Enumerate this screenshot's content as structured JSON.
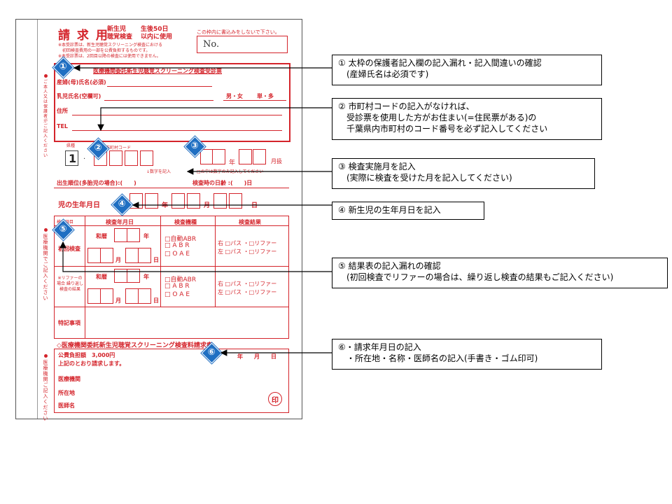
{
  "form": {
    "title": "請 求 用",
    "subtitle_line1": "新生児",
    "subtitle_line2": "聴覚検査",
    "deadline_line1": "生後50日",
    "deadline_line2": "以内に使用",
    "no_write_notice": "この枠内に書込みをしないで下さい。",
    "no_label": "No.",
    "note1": "※本受診票は、新生児聴覚スクリーニング検査における",
    "note2": "初回検査費用の一部を公費負担するものです。",
    "note3": "※本受診票は、2回目以降の検査には使用できません。",
    "guardian_section_title": "医療機関委託新生児聴覚スクリーニング検査受診票",
    "mother_name_label": "産婦(母)氏名(必須)",
    "baby_name_label": "乳児氏名(空欄可)",
    "sex_label": "男・女",
    "birth_type_label": "単・多",
    "address_label": "住所",
    "tel_label": "TEL",
    "guardian_side_label": "ご本人又は保護者がご記入ください",
    "pref_label": "県種",
    "pref_digit": "1",
    "city_code_label": "市町村コード",
    "month_label": "年",
    "month_unit": "月扱",
    "digit_note": "↓数字を記入",
    "box_note": "□の中は数字のみ記入してください",
    "birth_order_label": "出生順位(多胎児の場合):(　　)",
    "age_days_label": "検査時の日齢 :(　　)日",
    "birthdate_label": "児の生年月日",
    "year_label": "年",
    "month_label2": "月",
    "day_label": "日",
    "table": {
      "col_item": "検査項目",
      "col_date": "検査年月日",
      "col_device": "検査機種",
      "col_result": "検査結果",
      "row1_label": "初回検査",
      "row2_label": "※リファーの場合 繰り返し検査の結果",
      "era": "和暦",
      "year": "年",
      "month": "月",
      "day": "日",
      "device1": "□自動ABR",
      "device2": "□ A B R",
      "device3": "□ O A E",
      "result_right": "右 □パス ・□リファー",
      "result_left": "左 □パス ・□リファー",
      "notes_label": "特記事項"
    },
    "medical_side_label": "医療機関でご記入ください",
    "claim_title": "◇医療機関委託新生児聴覚スクリーニング検査料請求書",
    "amount_label": "公費負担額　3,000円",
    "claim_text": "上記のとおり請求します。",
    "claim_date": "年　　月　　日",
    "institution_label": "医療機関",
    "location_label": "所在地",
    "doctor_label": "医師名",
    "seal_label": "印",
    "bottom_side_label": "医療機関ご記入ください"
  },
  "badges": [
    "①",
    "②",
    "③",
    "④",
    "⑤",
    "⑥"
  ],
  "callouts": [
    {
      "lines": [
        "① 太枠の保護者記入欄の記入漏れ・記入間違いの確認",
        "　(産婦氏名は必須です)"
      ]
    },
    {
      "lines": [
        "② 市町村コードの記入がなければ、",
        "　受診票を使用した方がお住まい(=住民票がある)の",
        "　千葉県内市町村のコード番号を必ず記入してください"
      ]
    },
    {
      "lines": [
        "③ 検査実施月を記入",
        "　(実際に検査を受けた月を記入してください)"
      ]
    },
    {
      "lines": [
        "④ 新生児の生年月日を記入"
      ]
    },
    {
      "lines": [
        "⑤ 結果表の記入漏れの確認",
        "　(初回検査でリファーの場合は、繰り返し検査の結果もご記入ください)"
      ]
    },
    {
      "lines": [
        "⑥・請求年月日の記入",
        "　・所在地・名称・医師名の記入(手書き・ゴム印可)"
      ]
    }
  ]
}
